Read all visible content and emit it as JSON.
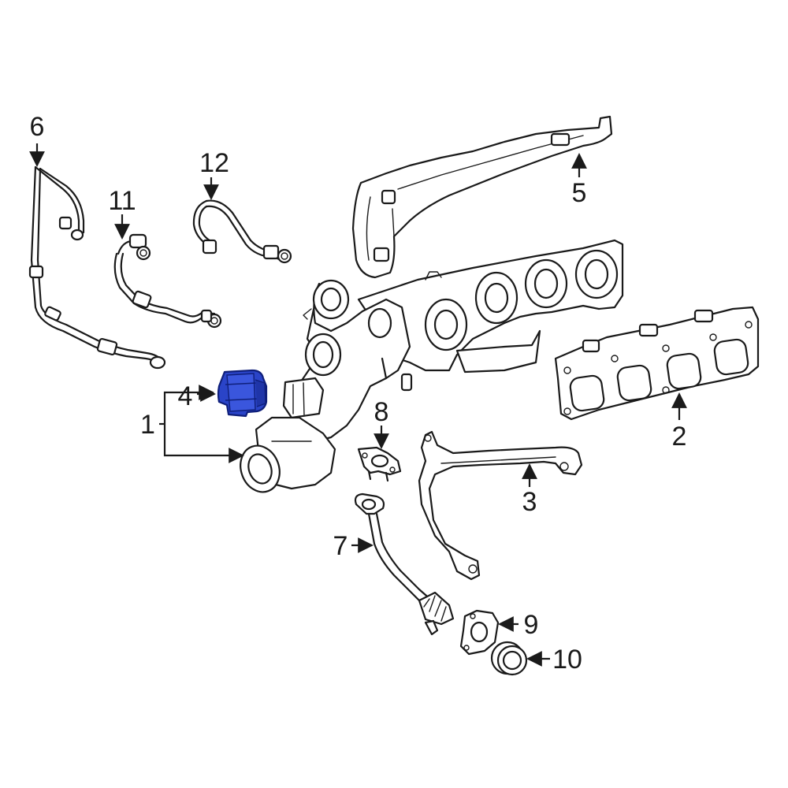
{
  "callouts": [
    {
      "id": "1",
      "label": "1"
    },
    {
      "id": "2",
      "label": "2"
    },
    {
      "id": "3",
      "label": "3"
    },
    {
      "id": "4",
      "label": "4"
    },
    {
      "id": "5",
      "label": "5"
    },
    {
      "id": "6",
      "label": "6"
    },
    {
      "id": "7",
      "label": "7"
    },
    {
      "id": "8",
      "label": "8"
    },
    {
      "id": "9",
      "label": "9"
    },
    {
      "id": "10",
      "label": "10"
    },
    {
      "id": "11",
      "label": "11"
    },
    {
      "id": "12",
      "label": "12"
    }
  ],
  "colors": {
    "line": "#1a1a1a",
    "highlight_fill": "#2a44c8",
    "highlight_dark": "#0f1f7a",
    "background": "#ffffff"
  },
  "highlighted_part": "4"
}
